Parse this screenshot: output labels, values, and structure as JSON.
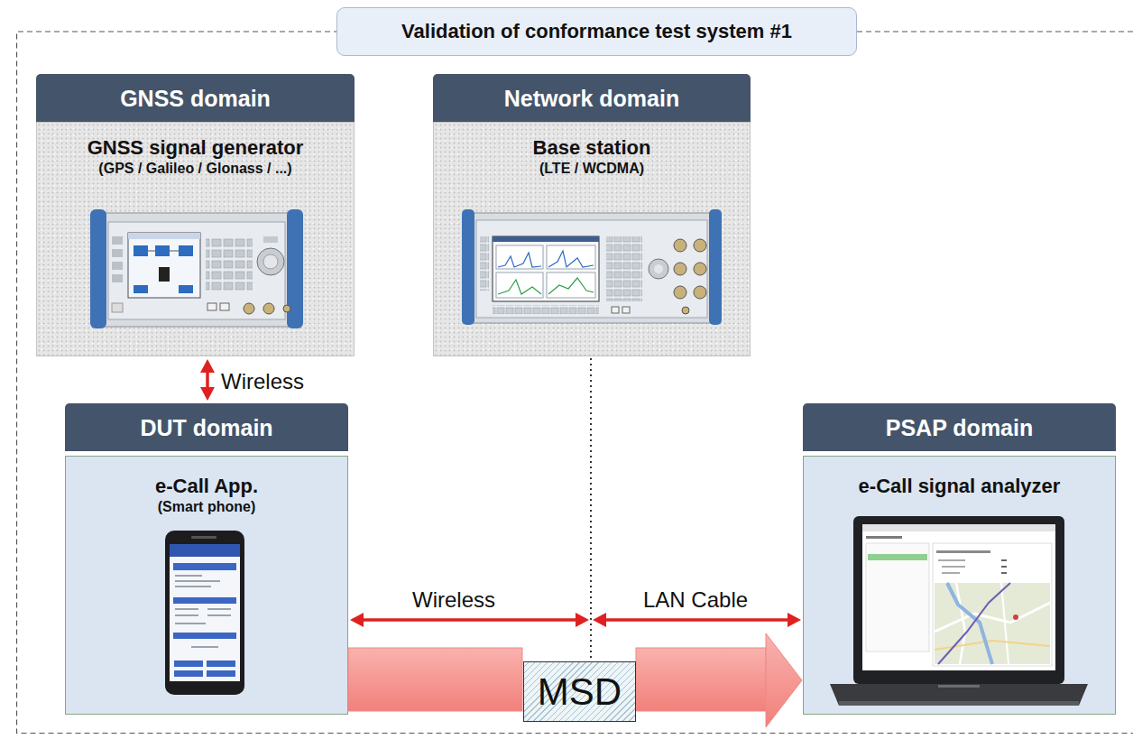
{
  "diagram": {
    "title": "Validation of conformance test system #1",
    "nodes": [
      {
        "text": [
          "GNSS domain",
          "GNSS signal generator",
          "(GPS / Galileo / Glonass / ...)"
        ]
      },
      {
        "text": [
          "Network domain",
          "Base station",
          "(LTE / WCDMA)"
        ]
      },
      {
        "text": [
          "DUT domain",
          "e-Call App.",
          "(Smart phone)"
        ]
      },
      {
        "text": [
          "PSAP domain",
          "e-Call signal analyzer"
        ]
      },
      {
        "text": [
          "MSD"
        ]
      }
    ],
    "edges": [
      {
        "from": 0,
        "to": 2,
        "label": "Wireless",
        "arrow": "both"
      },
      {
        "from": 2,
        "to": 1,
        "label": "Wireless",
        "arrow": "both"
      },
      {
        "from": 1,
        "to": 3,
        "label": "LAN Cable",
        "arrow": "both"
      },
      {
        "from": 2,
        "to": 4,
        "arrow": "none"
      },
      {
        "from": 4,
        "to": 3,
        "arrow": "to"
      }
    ]
  }
}
